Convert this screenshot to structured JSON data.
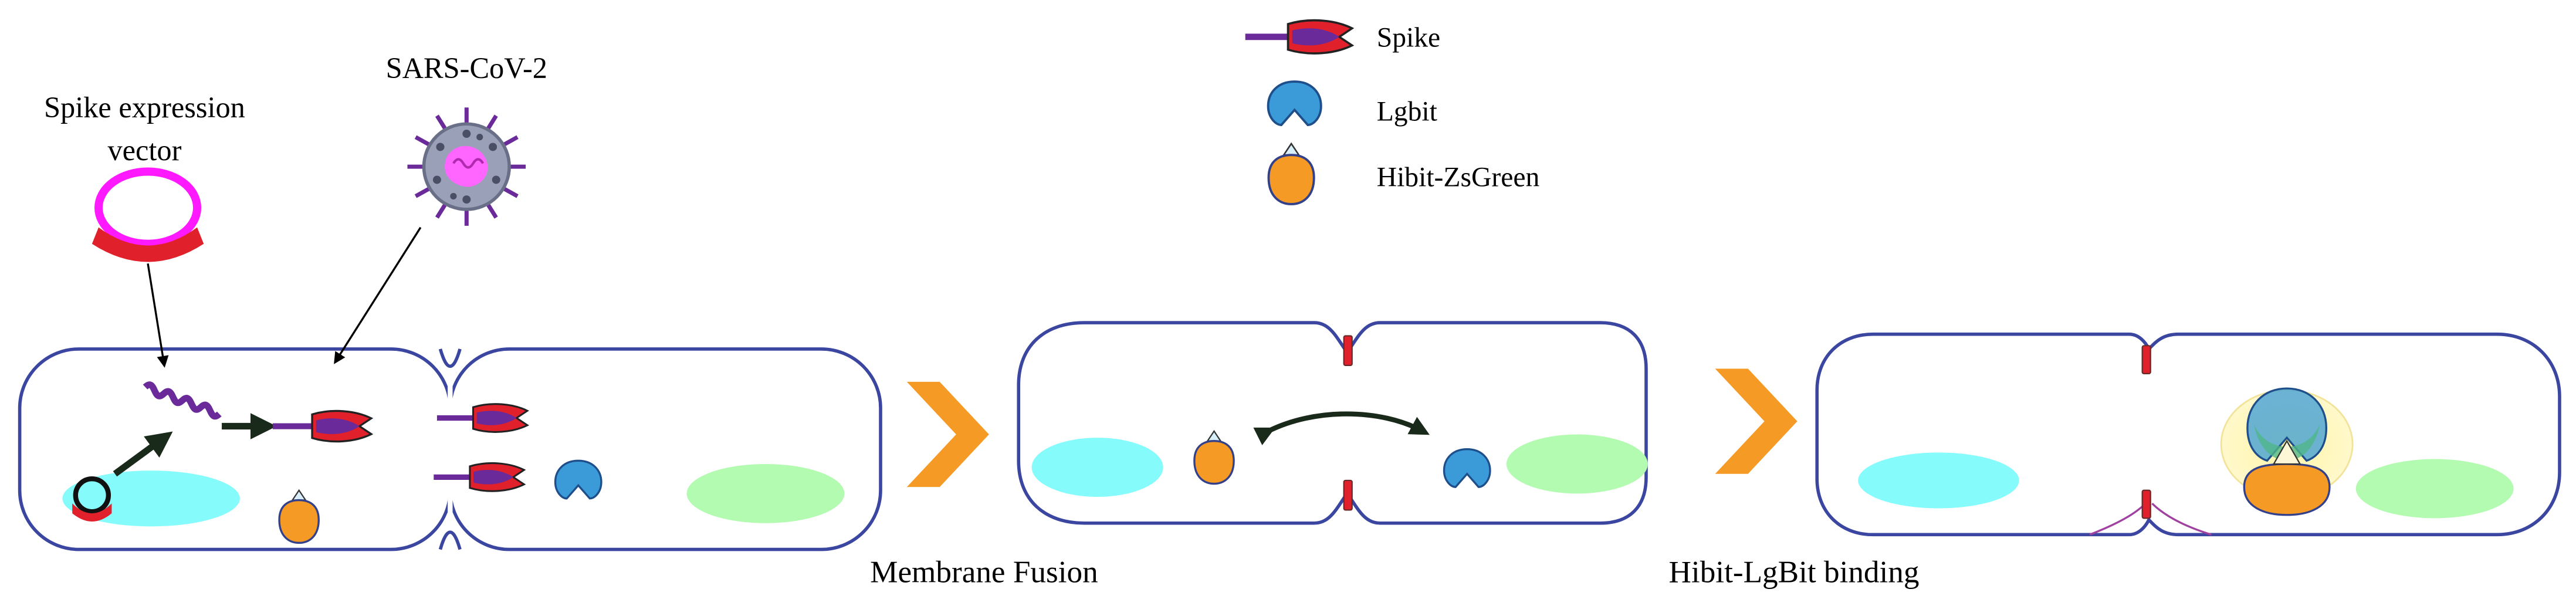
{
  "labels": {
    "spike_expression_vector_line1": "Spike expression",
    "spike_expression_vector_line2": "vector",
    "sars_cov_2": "SARS-CoV-2",
    "membrane_fusion": "Membrane Fusion",
    "hibit_lgbit_binding": "Hibit-LgBit binding"
  },
  "legend": {
    "items": [
      {
        "icon": "spike-icon",
        "label": "Spike"
      },
      {
        "icon": "lgbit-icon",
        "label": "Lgbit"
      },
      {
        "icon": "hibit-zsgreen-icon",
        "label": "Hibit-ZsGreen"
      }
    ]
  },
  "colors": {
    "membrane": "#3a46a0",
    "nucleus_cyan": "#86fbfb",
    "nucleus_green": "#b2fbb0",
    "arrow_orange": "#f59a25",
    "lgbit_blue": "#3a9bd8",
    "hibit_orange": "#f59a25",
    "spike_red": "#e0202a",
    "spike_purple": "#6a2a9a",
    "plasmid_magenta": "#ff19ff",
    "virus_pink": "#ff66ff"
  }
}
